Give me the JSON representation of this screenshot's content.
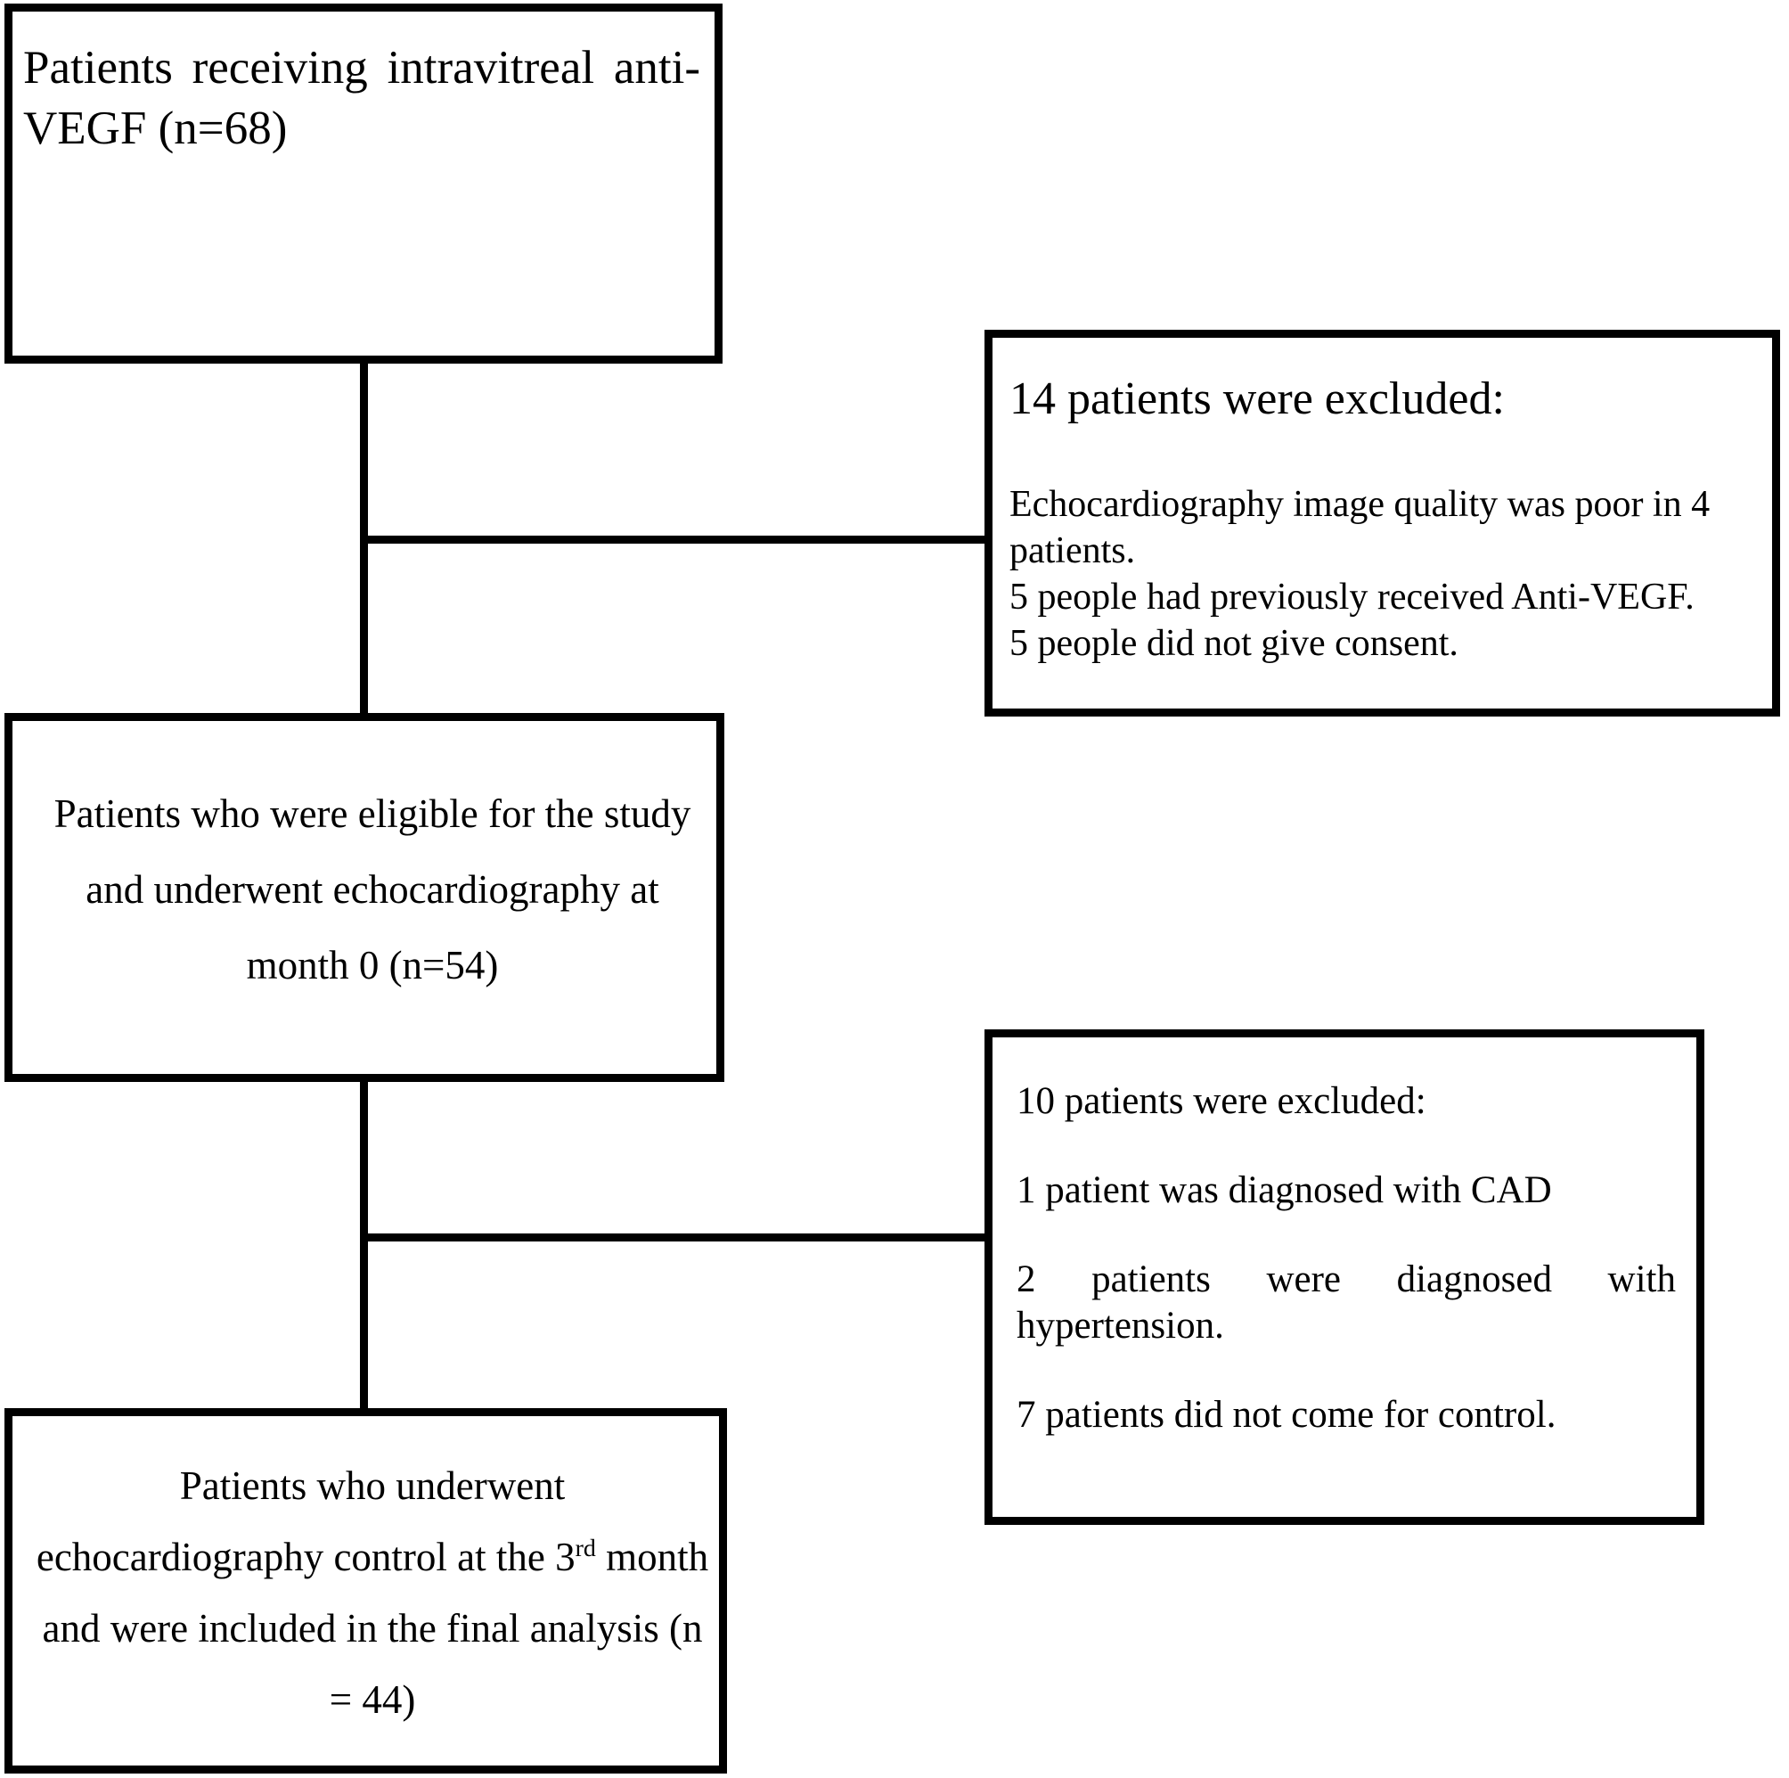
{
  "diagram": {
    "type": "patient-flow-consort-diagram",
    "nodes": {
      "source": {
        "text": "Patients receiving intravitreal anti-VEGF (n=68)",
        "count": 68
      },
      "exclusion_1": {
        "title": "14 patients were excluded:",
        "count": 14,
        "body": "Echocardiography image quality was poor in 4 patients.\n5 people had previously received Anti-VEGF.\n5 people did not give consent.",
        "reasons": [
          "Echocardiography image quality was poor in 4 patients.",
          "5 people had previously received Anti-VEGF.",
          "5 people did not give consent."
        ]
      },
      "eligible": {
        "text": "Patients who were eligible for the study and underwent echocardiography at month 0 (n=54)",
        "count": 54
      },
      "exclusion_2": {
        "title": "10 patients were excluded:",
        "count": 10,
        "reasons": [
          "1 patient was diagnosed with CAD",
          "2 patients were diagnosed with hypertension.",
          "7 patients did not come for control."
        ]
      },
      "final": {
        "line_1": "Patients who underwent",
        "line_2_pre": "echocardiography control at the 3",
        "line_2_sup": "rd",
        "line_2_post": " month",
        "line_3": "and were included in the final analysis (n",
        "line_4": "= 44)",
        "count": 44
      }
    },
    "colors": {
      "border": "#000000",
      "text": "#000000",
      "background": "#ffffff"
    }
  }
}
